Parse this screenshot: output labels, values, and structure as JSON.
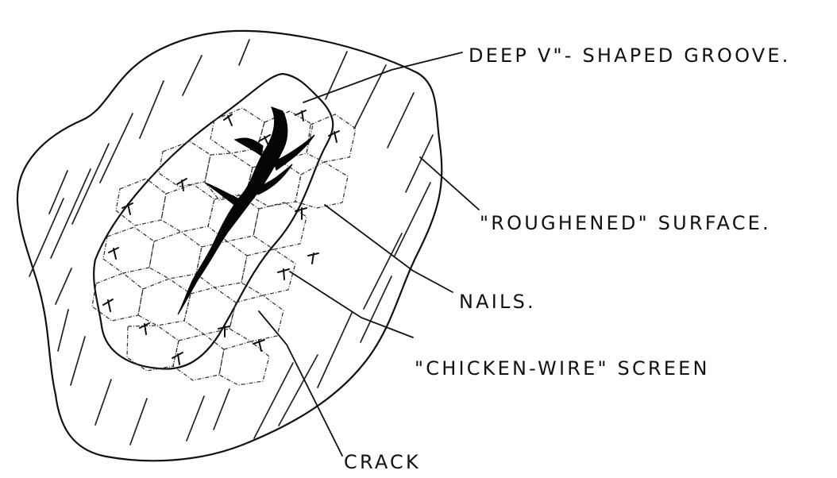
{
  "labels": {
    "groove": "DEEP V\"- SHAPED GROOVE.",
    "surface": "\"ROUGHENED\" SURFACE.",
    "nails": "NAILS.",
    "screen": "\"CHICKEN-WIRE\" SCREEN",
    "crack": "CRACK"
  },
  "colors": {
    "ink": "#111111",
    "paper": "#ffffff"
  }
}
